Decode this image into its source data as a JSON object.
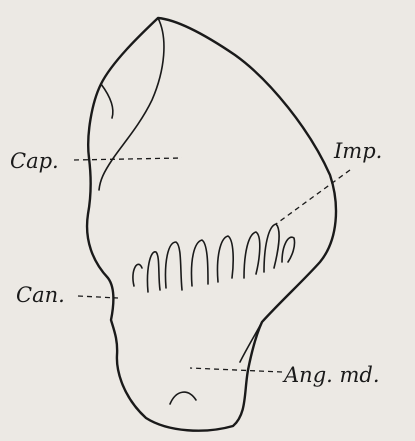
{
  "labels": {
    "cap": "Cap.",
    "imp": "Imp.",
    "can": "Can.",
    "ang_md": "Ang. md."
  }
}
